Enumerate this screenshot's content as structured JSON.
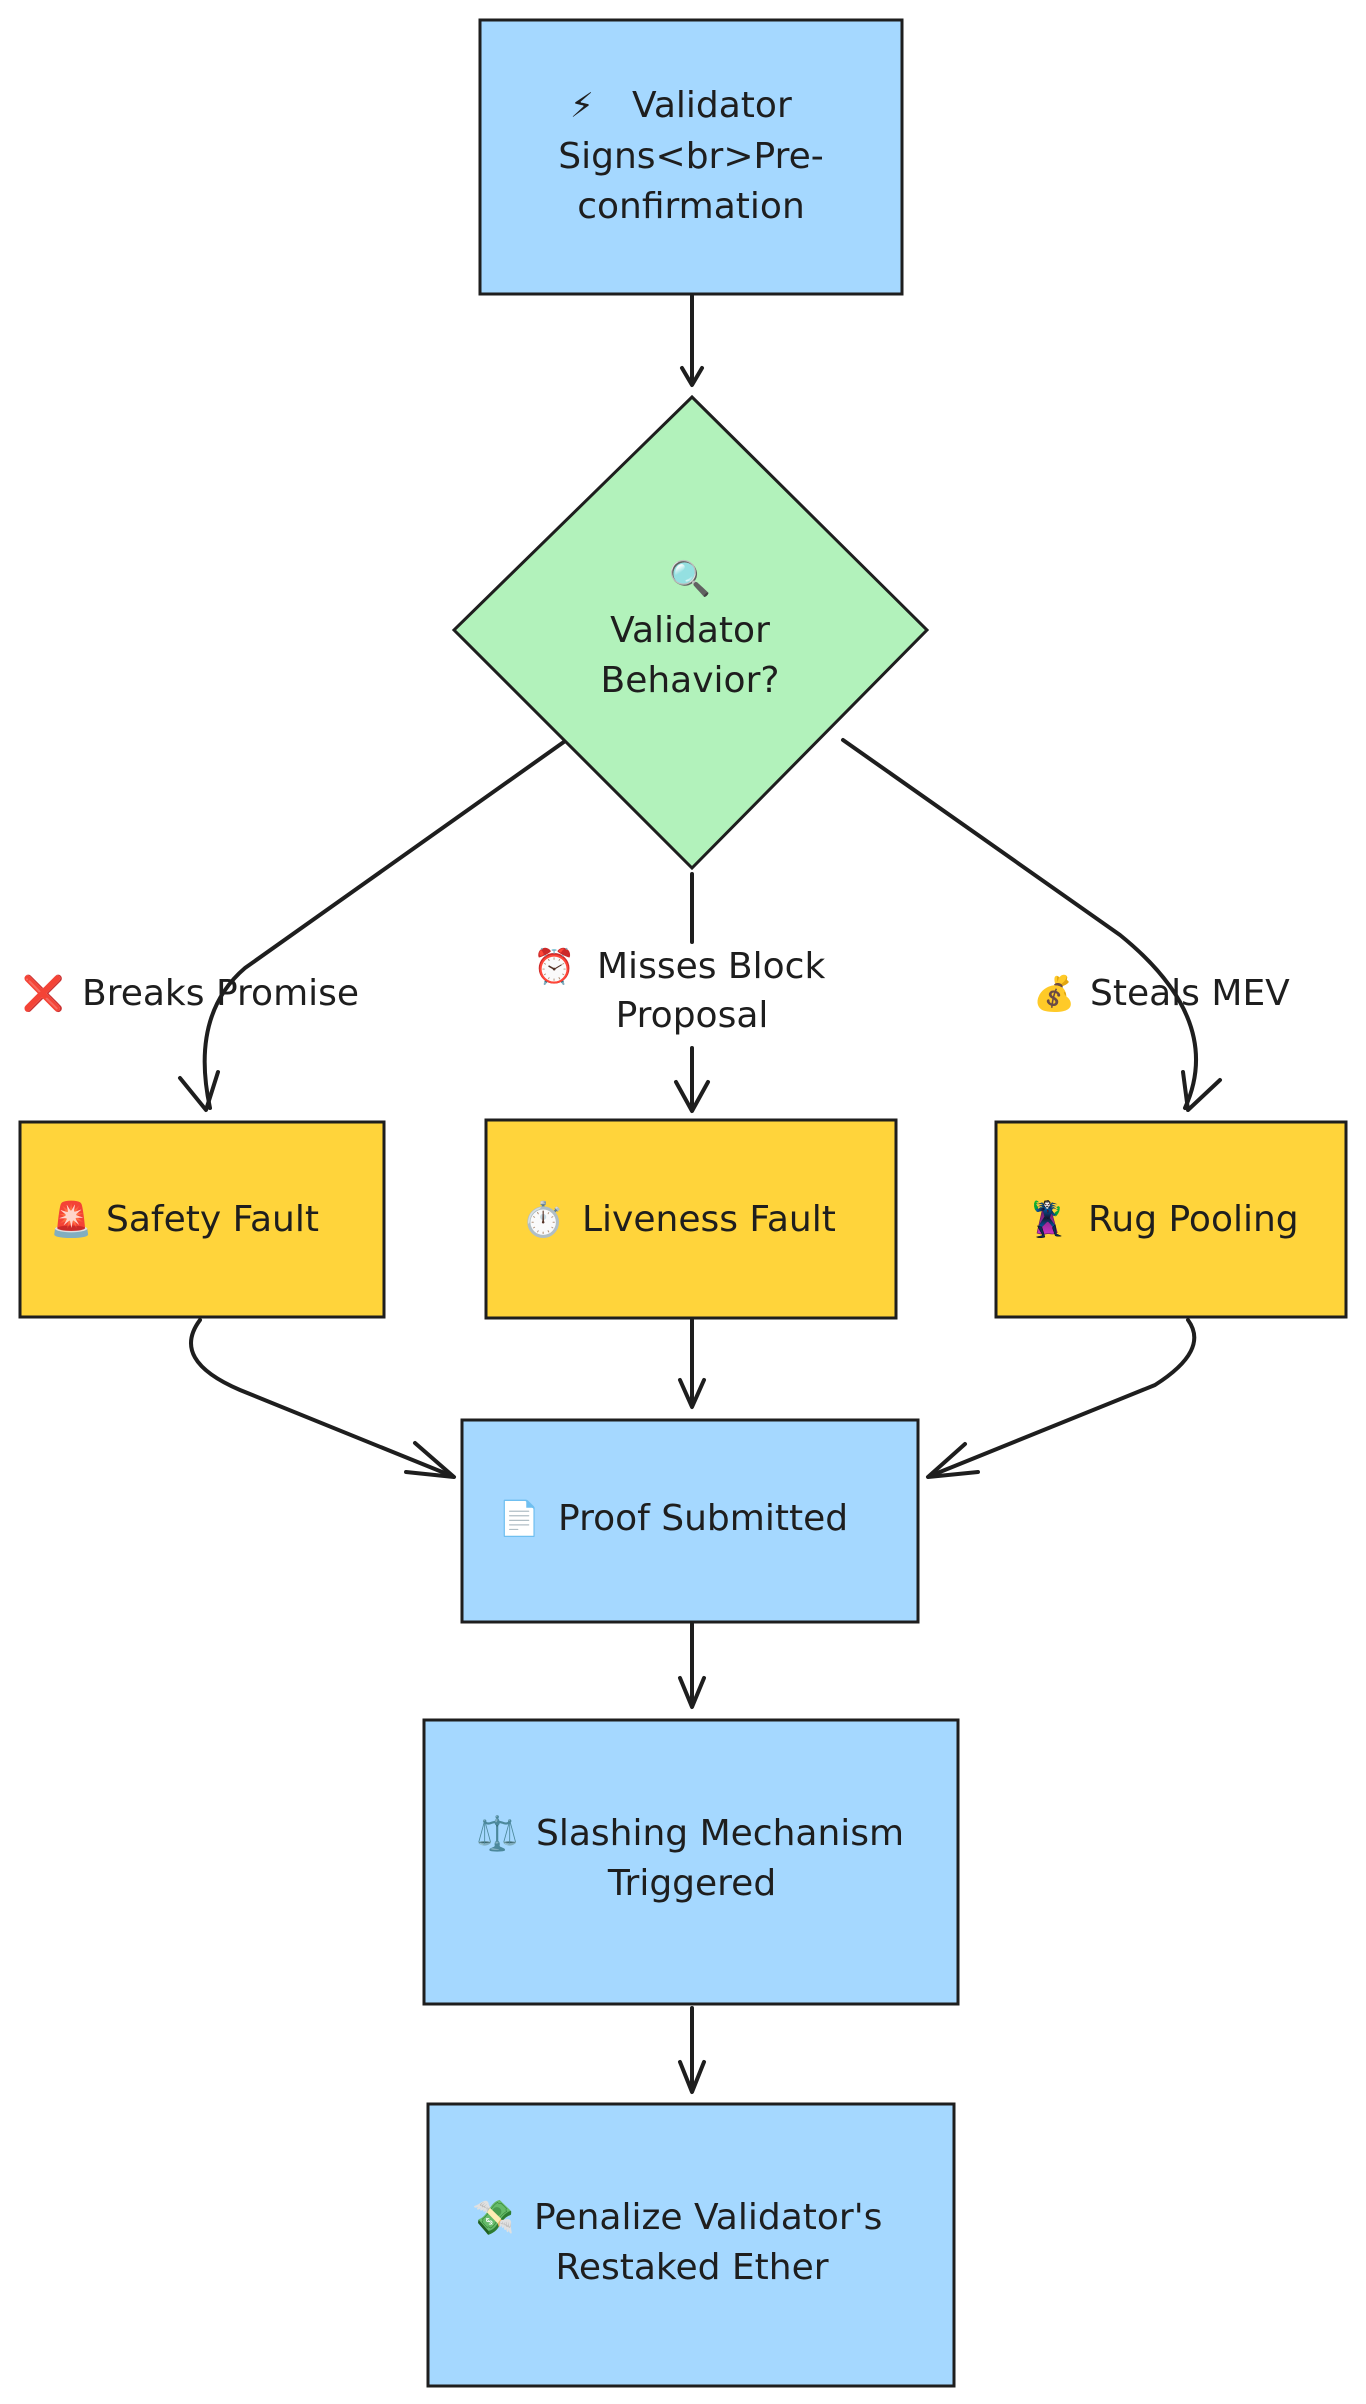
{
  "nodes": {
    "sign": {
      "icon": "⚡",
      "line1": "Validator",
      "line2": "Signs<br>Pre-",
      "line3": "confirmation",
      "color": "#a5d8ff"
    },
    "decision": {
      "icon": "🔍",
      "line1": "Validator",
      "line2": "Behavior?",
      "color": "#b2f2bb"
    },
    "safety": {
      "icon": "🚨",
      "label": "Safety Fault",
      "color": "#ffd43b"
    },
    "liveness": {
      "icon": "⏱️",
      "label": "Liveness Fault",
      "color": "#ffd43b"
    },
    "rug": {
      "icon": "🦹",
      "label": "Rug Pooling",
      "color": "#ffd43b"
    },
    "proof": {
      "icon": "📄",
      "label": "Proof Submitted",
      "color": "#a5d8ff"
    },
    "slashing": {
      "icon": "⚖️",
      "line1": "Slashing Mechanism",
      "line2": "Triggered",
      "color": "#a5d8ff"
    },
    "penalize": {
      "icon": "💸",
      "line1": "Penalize Validator's",
      "line2": "Restaked Ether",
      "color": "#a5d8ff"
    }
  },
  "edges": {
    "breaks": {
      "icon": "❌",
      "label": "Breaks Promise"
    },
    "misses": {
      "icon": "⏰",
      "line1": "Misses Block",
      "line2": "Proposal"
    },
    "steals": {
      "icon": "💰",
      "label": "Steals MEV"
    }
  }
}
